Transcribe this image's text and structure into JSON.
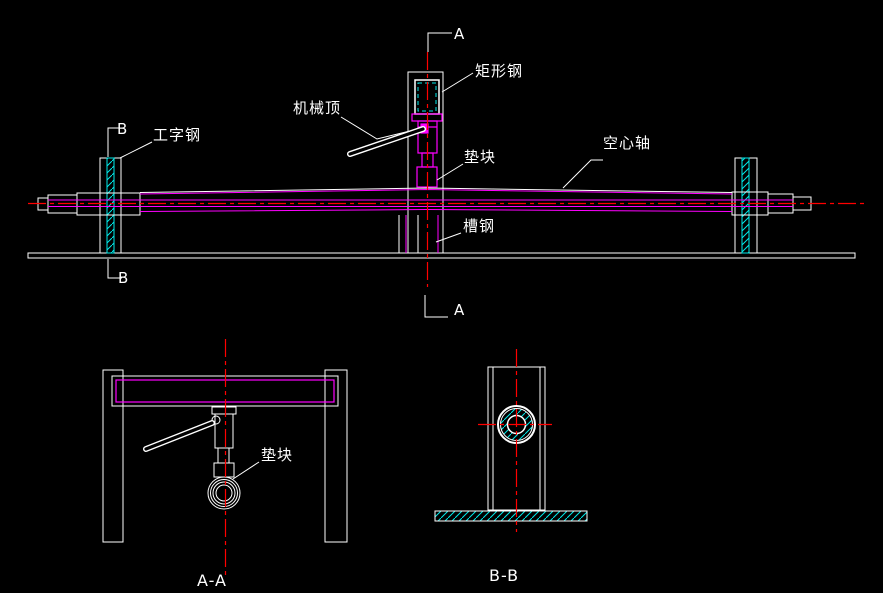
{
  "drawing": {
    "title_implicit": "CAD elevation with sections",
    "colors": {
      "background": "#000000",
      "outline": "#ffffff",
      "accent_magenta": "#ff00ff",
      "centerline_red": "#ff0000",
      "hatch_cyan": "#00eaea"
    },
    "labels": {
      "section_a_top": "A",
      "section_a_bottom": "A",
      "section_b_top": "B",
      "section_b_bottom": "B",
      "rect_steel": "矩形钢",
      "mech_jack": "机械顶",
      "i_beam": "工字钢",
      "pad_block_top": "垫块",
      "hollow_shaft": "空心轴",
      "channel_steel": "槽钢",
      "pad_block_aa": "垫块",
      "view_aa_title": "A-A",
      "view_bb_title": "B-B"
    }
  }
}
